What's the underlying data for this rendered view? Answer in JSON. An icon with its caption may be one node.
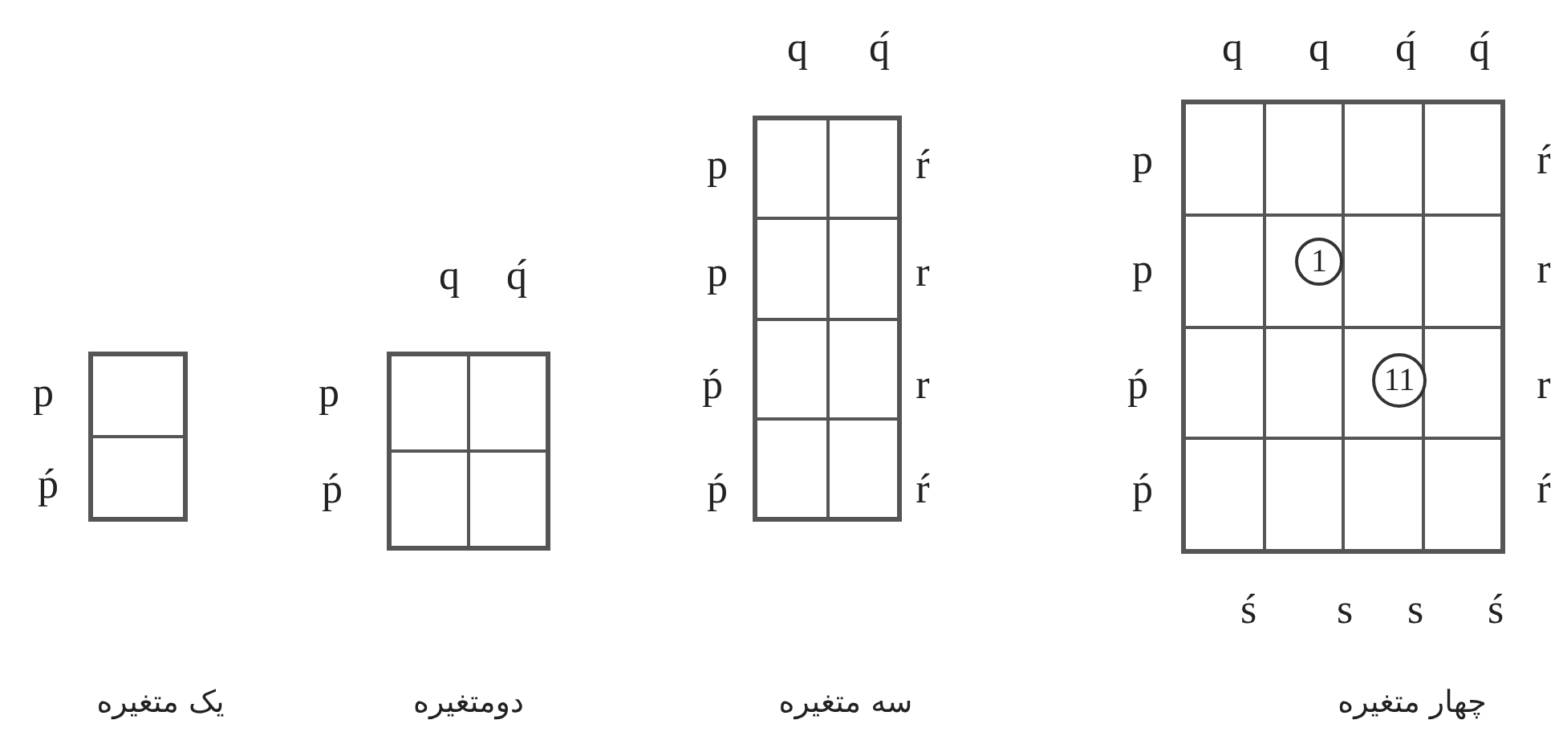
{
  "diagram": {
    "nodes": [
      {
        "text": [
          "1"
        ]
      },
      {
        "text": [
          "11"
        ]
      }
    ],
    "labels": [
      "p",
      "ṕ",
      "q",
      "q́",
      "p",
      "ṕ",
      "q",
      "q́",
      "p",
      "ŕ",
      "p",
      "r",
      "ṕ",
      "r",
      "ṕ",
      "ŕ",
      "q",
      "q",
      "q́",
      "q́",
      "p",
      "ŕ",
      "p",
      "r",
      "ṕ",
      "r",
      "ṕ",
      "ŕ",
      "ś",
      "s",
      "s",
      "ś",
      "یک متغیره",
      "دومتغیره",
      "سه متغیره",
      "چهار متغیره"
    ]
  }
}
